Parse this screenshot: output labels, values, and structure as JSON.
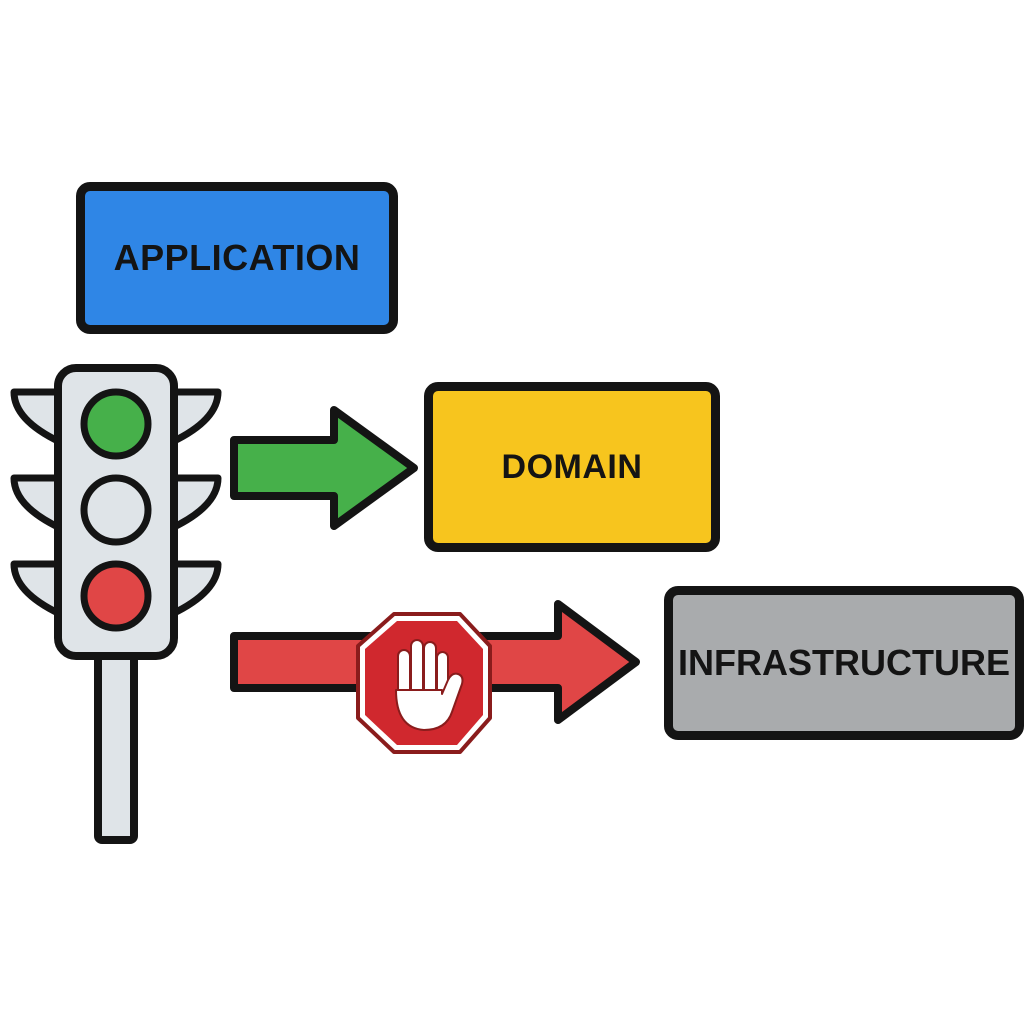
{
  "layers": {
    "application": "APPLICATION",
    "domain": "DOMAIN",
    "infrastructure": "INFRASTRUCTURE"
  },
  "colors": {
    "application": "#2f86e6",
    "domain": "#f7c51e",
    "infrastructure": "#a9abad",
    "allowed_arrow": "#46b04a",
    "blocked_arrow": "#e04646",
    "stop_sign": "#d0282e",
    "outline": "#141414"
  },
  "icons": {
    "traffic_light": "traffic-light-icon",
    "stop_sign": "stop-hand-icon"
  },
  "traffic_light_state": [
    "green",
    "off",
    "red"
  ]
}
